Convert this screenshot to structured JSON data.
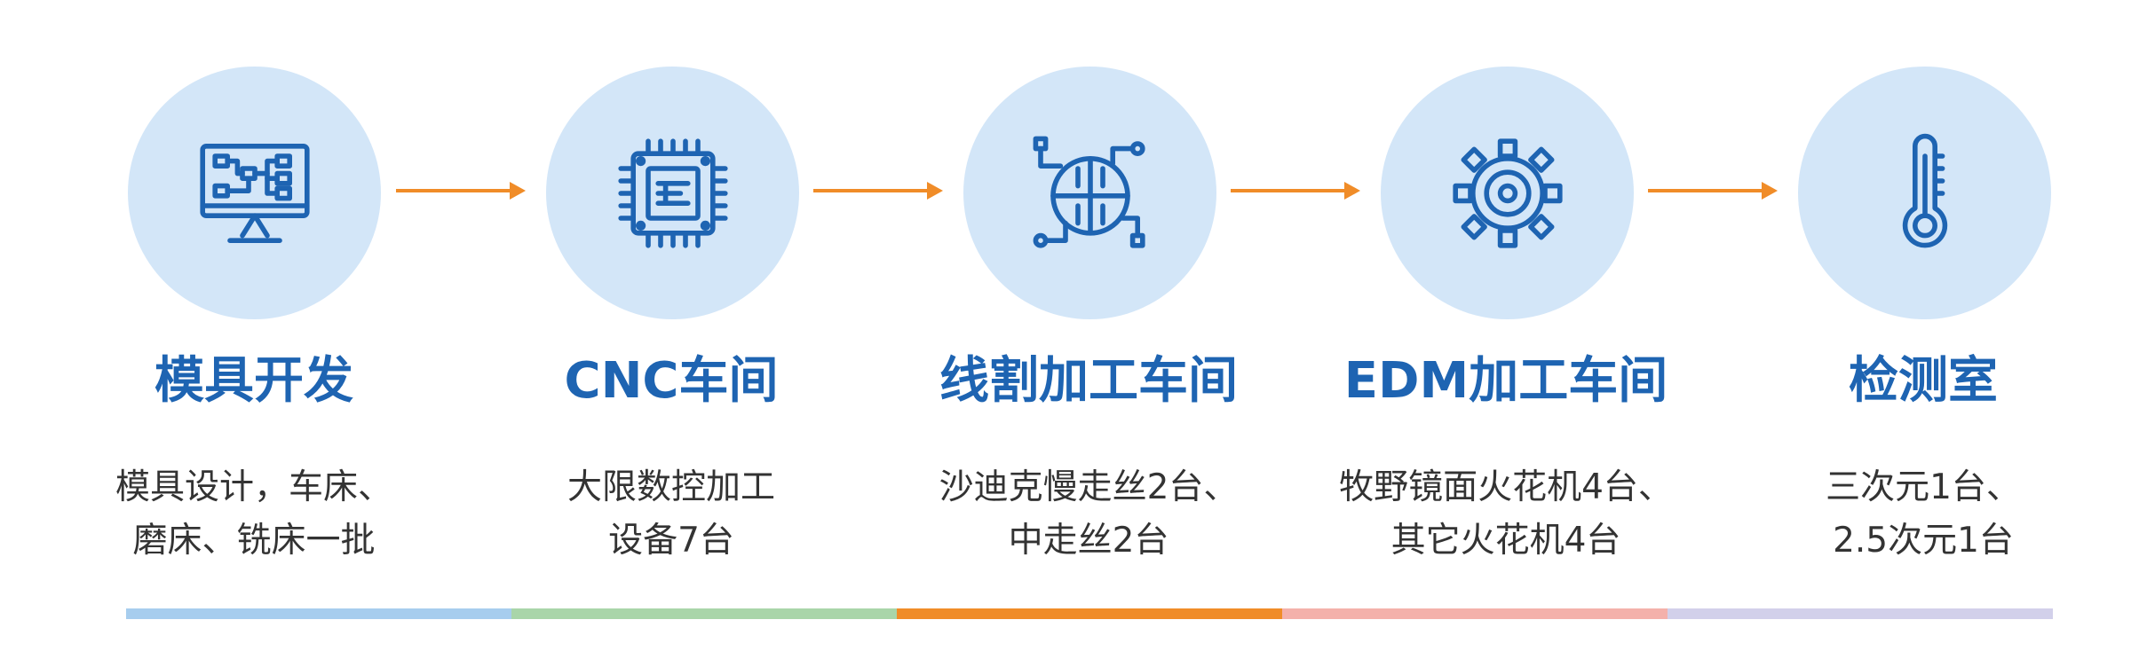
{
  "accent_color": "#1e64b2",
  "circle_color": "#d3e6f8",
  "arrow_color": "#f08c28",
  "steps": [
    {
      "icon": "monitor-circuit-icon",
      "title": "模具开发",
      "desc": [
        "模具设计，车床、",
        "磨床、铣床一批"
      ]
    },
    {
      "icon": "cpu-chip-icon",
      "title": "CNC车间",
      "desc": [
        "大限数控加工",
        "设备7台"
      ]
    },
    {
      "icon": "circuit-brain-icon",
      "title": "线割加工车间",
      "desc": [
        "沙迪克慢走丝2台、",
        "中走丝2台"
      ]
    },
    {
      "icon": "gear-icon",
      "title": "EDM加工车间",
      "desc": [
        "牧野镜面火花机4台、",
        "其它火花机4台"
      ]
    },
    {
      "icon": "thermometer-icon",
      "title": "检测室",
      "desc": [
        "三次元1台、",
        "2.5次元1台"
      ]
    }
  ],
  "bar_colors": [
    "#a7cdee",
    "#a9d5a9",
    "#f08c28",
    "#f4b1ab",
    "#d2d0ea"
  ]
}
